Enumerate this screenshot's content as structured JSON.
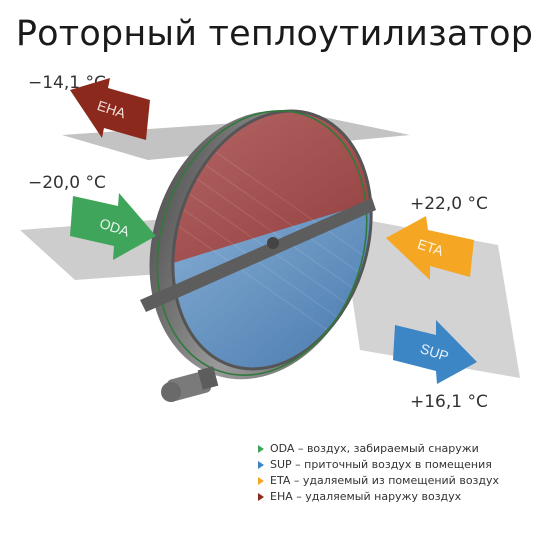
{
  "title": "Роторный теплоутилизатор",
  "temperatures": {
    "eha": "−14,1 °C",
    "oda": "−20,0 °C",
    "eta": "+22,0 °C",
    "sup": "+16,1 °C"
  },
  "arrows": {
    "eha": {
      "label": "EHA",
      "color": "#8b2a1c"
    },
    "oda": {
      "label": "ODA",
      "color": "#3fa55a"
    },
    "eta": {
      "label": "ETA",
      "color": "#f5a623"
    },
    "sup": {
      "label": "SUP",
      "color": "#3d86c6"
    }
  },
  "legend": [
    {
      "text": "ODA – воздух, забираемый снаружи",
      "color": "#3fa55a"
    },
    {
      "text": "SUP – приточный воздух в помещения",
      "color": "#3d86c6"
    },
    {
      "text": "ETA – удаляемый из помещений воздух",
      "color": "#f5a623"
    },
    {
      "text": "EHA – удаляемый наружу воздух",
      "color": "#8b2a1c"
    }
  ]
}
